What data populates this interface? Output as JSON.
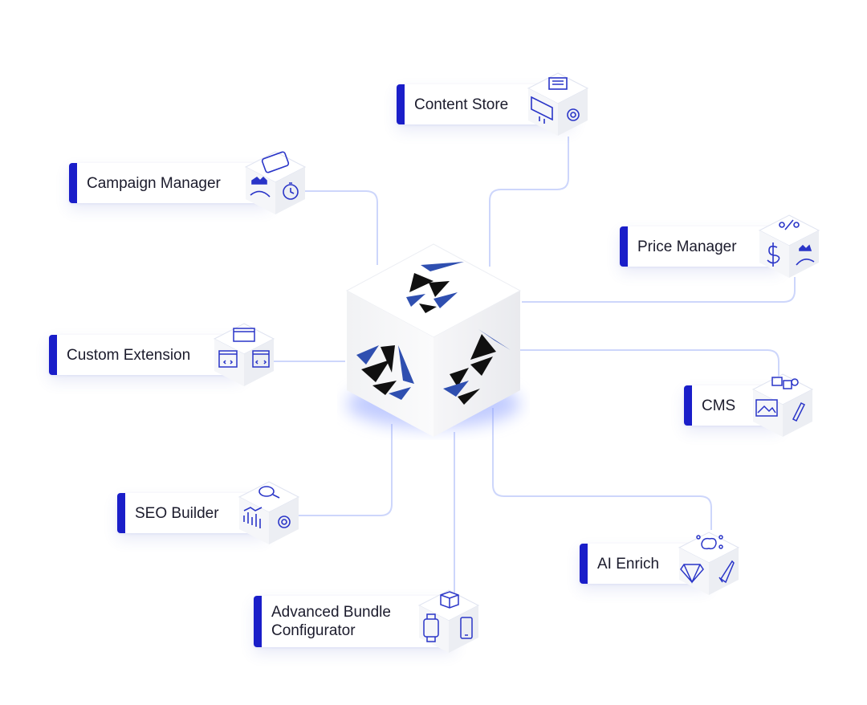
{
  "diagram": {
    "hub": {
      "logo_icon": "flame-logo-icon",
      "colors": {
        "blue": "#2f4fb0",
        "black": "#101010"
      }
    },
    "accent_color": "#1a1ec9",
    "line_color": "#cdd6fb",
    "modules": [
      {
        "id": "content-store",
        "label": "Content Store",
        "icon": "monitor-gear-icon"
      },
      {
        "id": "campaign-manager",
        "label": "Campaign Manager",
        "icon": "buy-now-stopwatch-icon"
      },
      {
        "id": "price-manager",
        "label": "Price Manager",
        "icon": "percent-dollar-icon"
      },
      {
        "id": "custom-extension",
        "label": "Custom Extension",
        "icon": "code-window-icon"
      },
      {
        "id": "cms",
        "label": "CMS",
        "icon": "image-pencil-icon"
      },
      {
        "id": "seo-builder",
        "label": "SEO Builder",
        "icon": "magnifier-chart-icon"
      },
      {
        "id": "ai-enrich",
        "label": "AI Enrich",
        "icon": "diamond-rocket-icon"
      },
      {
        "id": "advanced-bundle-configurator",
        "label": "Advanced Bundle\nConfigurator",
        "icon": "box-watch-phone-icon"
      }
    ]
  }
}
